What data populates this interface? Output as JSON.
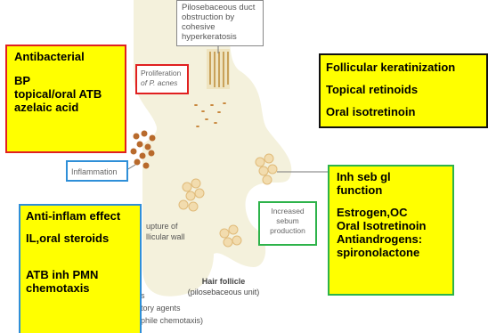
{
  "duct_obstruction": [
    "Pilosebaceous duct",
    "obstruction by cohesive",
    "hyperkeratosis"
  ],
  "proliferation": [
    "Proliferation",
    "of P. acnes"
  ],
  "inflammation": "Inflammation",
  "increased_sebum": [
    "Increased",
    "sebum",
    "production"
  ],
  "rupture_fragment": [
    "upture of",
    "llicular wall"
  ],
  "hair_follicle": {
    "title": "Hair follicle",
    "subtitle": "(pilosebaceous unit)"
  },
  "bottom_fragment": [
    "s",
    "tory agents",
    "phile chemotaxis)"
  ],
  "boxes": {
    "antibacterial": {
      "lines": [
        "Antibacterial",
        "BP",
        "topical/oral ATB",
        "azelaic acid"
      ],
      "border": "#e02020"
    },
    "keratinization": {
      "lines": [
        "Follicular keratinization",
        "Topical retinoids",
        "Oral isotretinoin"
      ],
      "border": "#111111"
    },
    "anti_inflam": {
      "lines": [
        "Anti-inflam effect",
        "IL,oral steroids",
        "ATB inh PMN",
        "chemotaxis"
      ],
      "border": "#2f8fd8"
    },
    "sebum": {
      "lines": [
        "Inh seb gl",
        "function",
        "Estrogen,OC",
        "Oral Isotretinoin",
        "Antiandrogens:",
        "spironolactone"
      ],
      "border": "#2db34a"
    }
  },
  "colors": {
    "highlight": "#ffff00",
    "follicle_fill": "#f4f1dc",
    "gland_fill": "#e9c48a",
    "dot": "#b86a2c"
  }
}
